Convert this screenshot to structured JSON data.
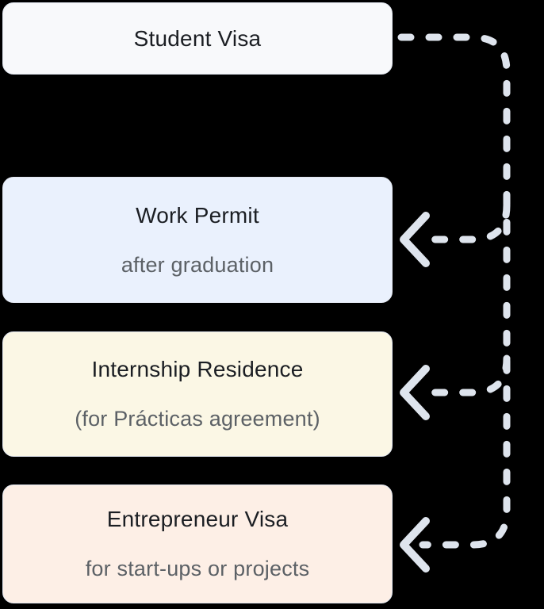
{
  "diagram": {
    "background_color": "#000000",
    "connector_color": "#dee4ed",
    "node_border_color": "#e2e7f1",
    "title_color": "#1b1e23",
    "subtitle_color": "#5c6166",
    "nodes": [
      {
        "id": "student-visa",
        "title": "Student Visa",
        "subtitle": "",
        "bg": "#f8f9fb"
      },
      {
        "id": "work-permit",
        "title": "Work Permit",
        "subtitle": "after graduation",
        "bg": "#eaf1fd"
      },
      {
        "id": "internship-residence",
        "title": "Internship Residence",
        "subtitle": "(for Prácticas agreement)",
        "bg": "#fbf7e5"
      },
      {
        "id": "entrepreneur-visa",
        "title": "Entrepreneur Visa",
        "subtitle": "for start-ups or projects",
        "bg": "#fdefe6"
      }
    ],
    "edges": [
      {
        "from": "Student Visa",
        "to": "Work Permit",
        "style": "dashed-arrow"
      },
      {
        "from": "Student Visa",
        "to": "Internship Residence",
        "style": "dashed-arrow"
      },
      {
        "from": "Student Visa",
        "to": "Entrepreneur Visa",
        "style": "dashed-arrow"
      }
    ]
  }
}
